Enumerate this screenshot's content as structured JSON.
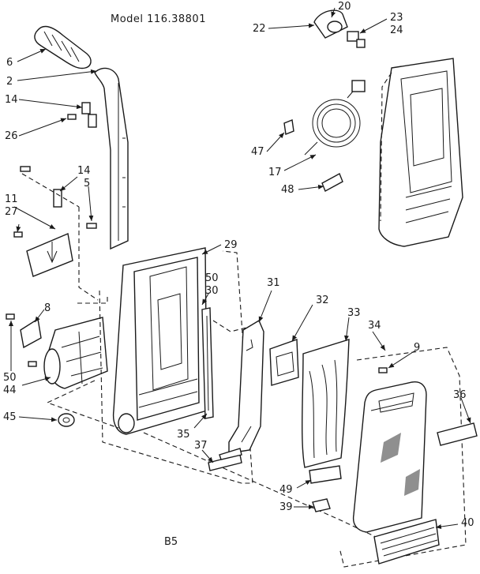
{
  "title": "Model 116.38801",
  "footer_code": "B5",
  "callouts": [
    "6",
    "2",
    "14",
    "26",
    "14",
    "5",
    "11",
    "27",
    "8",
    "50",
    "44",
    "45",
    "22",
    "20",
    "23",
    "24",
    "47",
    "17",
    "48",
    "29",
    "50",
    "30",
    "35",
    "37",
    "31",
    "32",
    "33",
    "34",
    "9",
    "36",
    "49",
    "39",
    "40"
  ]
}
